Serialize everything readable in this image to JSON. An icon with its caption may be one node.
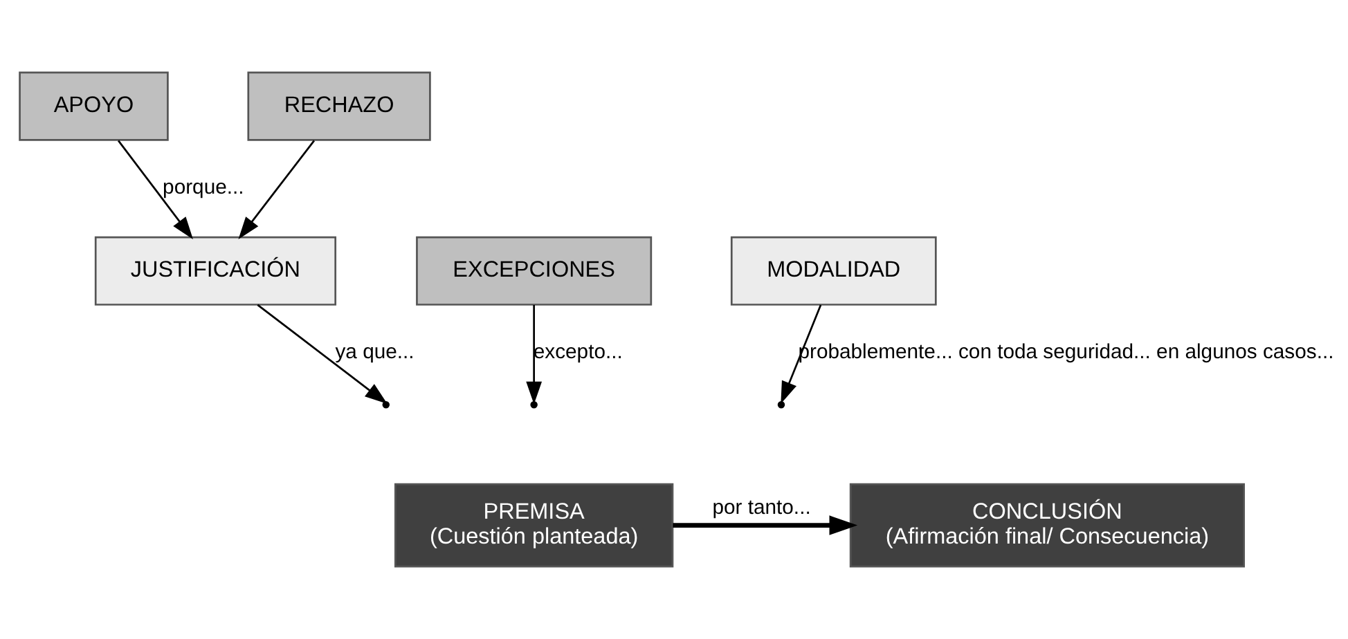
{
  "diagram": {
    "nodes": [
      {
        "text": [
          "APOYO"
        ]
      },
      {
        "text": [
          "RECHAZO"
        ]
      },
      {
        "text": [
          "JUSTIFICACIÓN"
        ]
      },
      {
        "text": [
          "EXCEPCIONES"
        ]
      },
      {
        "text": [
          "MODALIDAD"
        ]
      },
      {
        "text": [
          "PREMISA",
          "(Cuestión planteada)"
        ]
      },
      {
        "text": [
          "CONCLUSIÓN",
          "(Afirmación final/ Consecuencia)"
        ]
      }
    ],
    "edges": [
      {
        "from": 0,
        "to": 2,
        "arrow": "to",
        "label": "porque..."
      },
      {
        "from": 1,
        "to": 2,
        "arrow": "to"
      },
      {
        "from": 2,
        "to": null,
        "arrow": "to",
        "label": "ya que..."
      },
      {
        "from": 3,
        "to": null,
        "arrow": "to",
        "label": "excepto..."
      },
      {
        "from": 4,
        "to": null,
        "arrow": "to",
        "label": "probablemente... con toda seguridad... en algunos casos..."
      },
      {
        "from": 5,
        "to": 6,
        "arrow": "to",
        "label": "por tanto...",
        "style": "thick"
      }
    ]
  }
}
